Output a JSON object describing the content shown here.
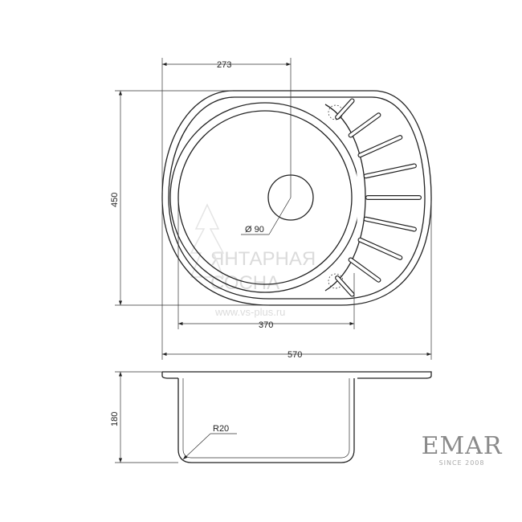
{
  "drawing": {
    "dims": {
      "drain_offset": "273",
      "height": "450",
      "drain_diameter": "Ø 90",
      "bowl_width": "370",
      "overall_width": "570",
      "depth": "180",
      "corner_radius": "R20"
    },
    "watermark": {
      "line1": "ЯНТАРНАЯ",
      "line2": "СОСНА",
      "url": "www.vs-plus.ru"
    }
  },
  "brand": {
    "name": "EMAR",
    "tagline": "SINCE 2008"
  }
}
